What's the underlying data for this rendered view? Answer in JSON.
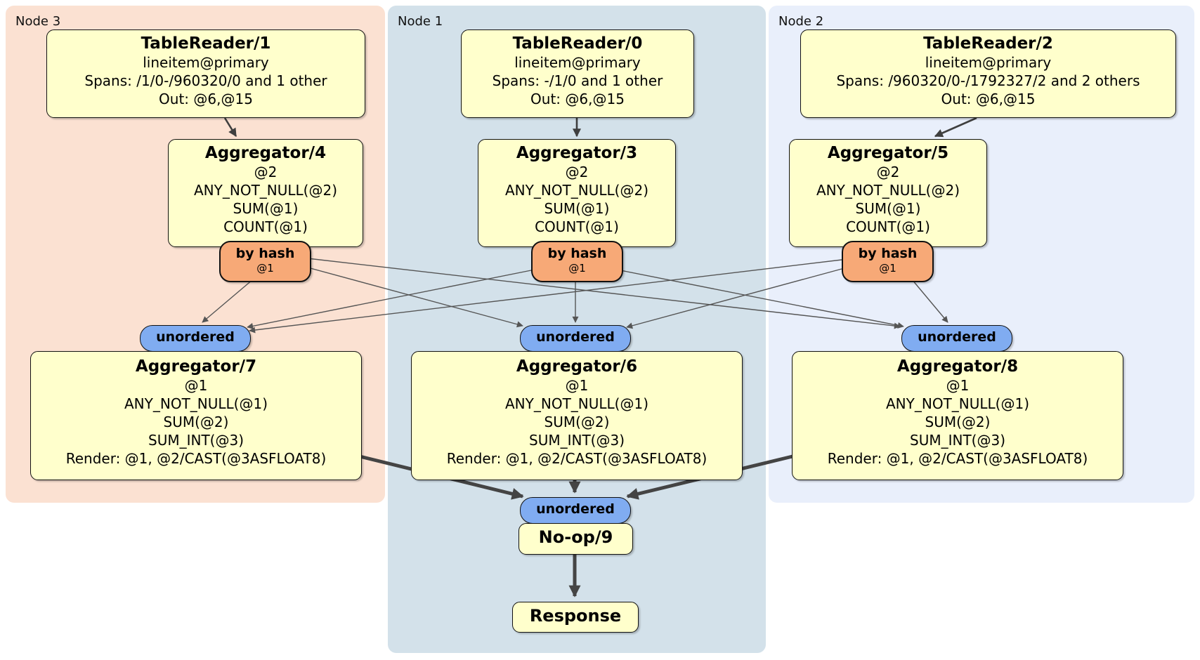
{
  "regions": [
    {
      "label": "Node 3"
    },
    {
      "label": "Node 1"
    },
    {
      "label": "Node 2"
    }
  ],
  "table_readers": [
    {
      "title": "TableReader/1",
      "table": "lineitem@primary",
      "spans": "Spans: /1/0-/960320/0 and 1 other",
      "out": "Out: @6,@15"
    },
    {
      "title": "TableReader/0",
      "table": "lineitem@primary",
      "spans": "Spans: -/1/0 and 1 other",
      "out": "Out: @6,@15"
    },
    {
      "title": "TableReader/2",
      "table": "lineitem@primary",
      "spans": "Spans: /960320/0-/1792327/2 and 2 others",
      "out": "Out: @6,@15"
    }
  ],
  "stage_aggregators": [
    {
      "title": "Aggregator/4",
      "group": "@2",
      "fn1": "ANY_NOT_NULL(@2)",
      "fn2": "SUM(@1)",
      "fn3": "COUNT(@1)"
    },
    {
      "title": "Aggregator/3",
      "group": "@2",
      "fn1": "ANY_NOT_NULL(@2)",
      "fn2": "SUM(@1)",
      "fn3": "COUNT(@1)"
    },
    {
      "title": "Aggregator/5",
      "group": "@2",
      "fn1": "ANY_NOT_NULL(@2)",
      "fn2": "SUM(@1)",
      "fn3": "COUNT(@1)"
    }
  ],
  "routers": [
    {
      "label": "by hash",
      "key": "@1"
    },
    {
      "label": "by hash",
      "key": "@1"
    },
    {
      "label": "by hash",
      "key": "@1"
    }
  ],
  "synchronizers": [
    {
      "label": "unordered"
    },
    {
      "label": "unordered"
    },
    {
      "label": "unordered"
    },
    {
      "label": "unordered"
    }
  ],
  "final_aggregators": [
    {
      "title": "Aggregator/7",
      "group": "@1",
      "fn1": "ANY_NOT_NULL(@1)",
      "fn2": "SUM(@2)",
      "fn3": "SUM_INT(@3)",
      "render": "Render: @1, @2/CAST(@3ASFLOAT8)"
    },
    {
      "title": "Aggregator/6",
      "group": "@1",
      "fn1": "ANY_NOT_NULL(@1)",
      "fn2": "SUM(@2)",
      "fn3": "SUM_INT(@3)",
      "render": "Render: @1, @2/CAST(@3ASFLOAT8)"
    },
    {
      "title": "Aggregator/8",
      "group": "@1",
      "fn1": "ANY_NOT_NULL(@1)",
      "fn2": "SUM(@2)",
      "fn3": "SUM_INT(@3)",
      "render": "Render: @1, @2/CAST(@3ASFLOAT8)"
    }
  ],
  "noop": {
    "title": "No-op/9"
  },
  "response": {
    "title": "Response"
  },
  "colors": {
    "region_node3": "#fbe1d2",
    "region_node1": "#d3e1ea",
    "region_node2": "#e9effb",
    "processor_fill": "#ffffcc",
    "router_fill": "#f7a977",
    "sync_fill": "#80acf1",
    "edge_thin": "#555555",
    "edge_thick": "#444444"
  }
}
